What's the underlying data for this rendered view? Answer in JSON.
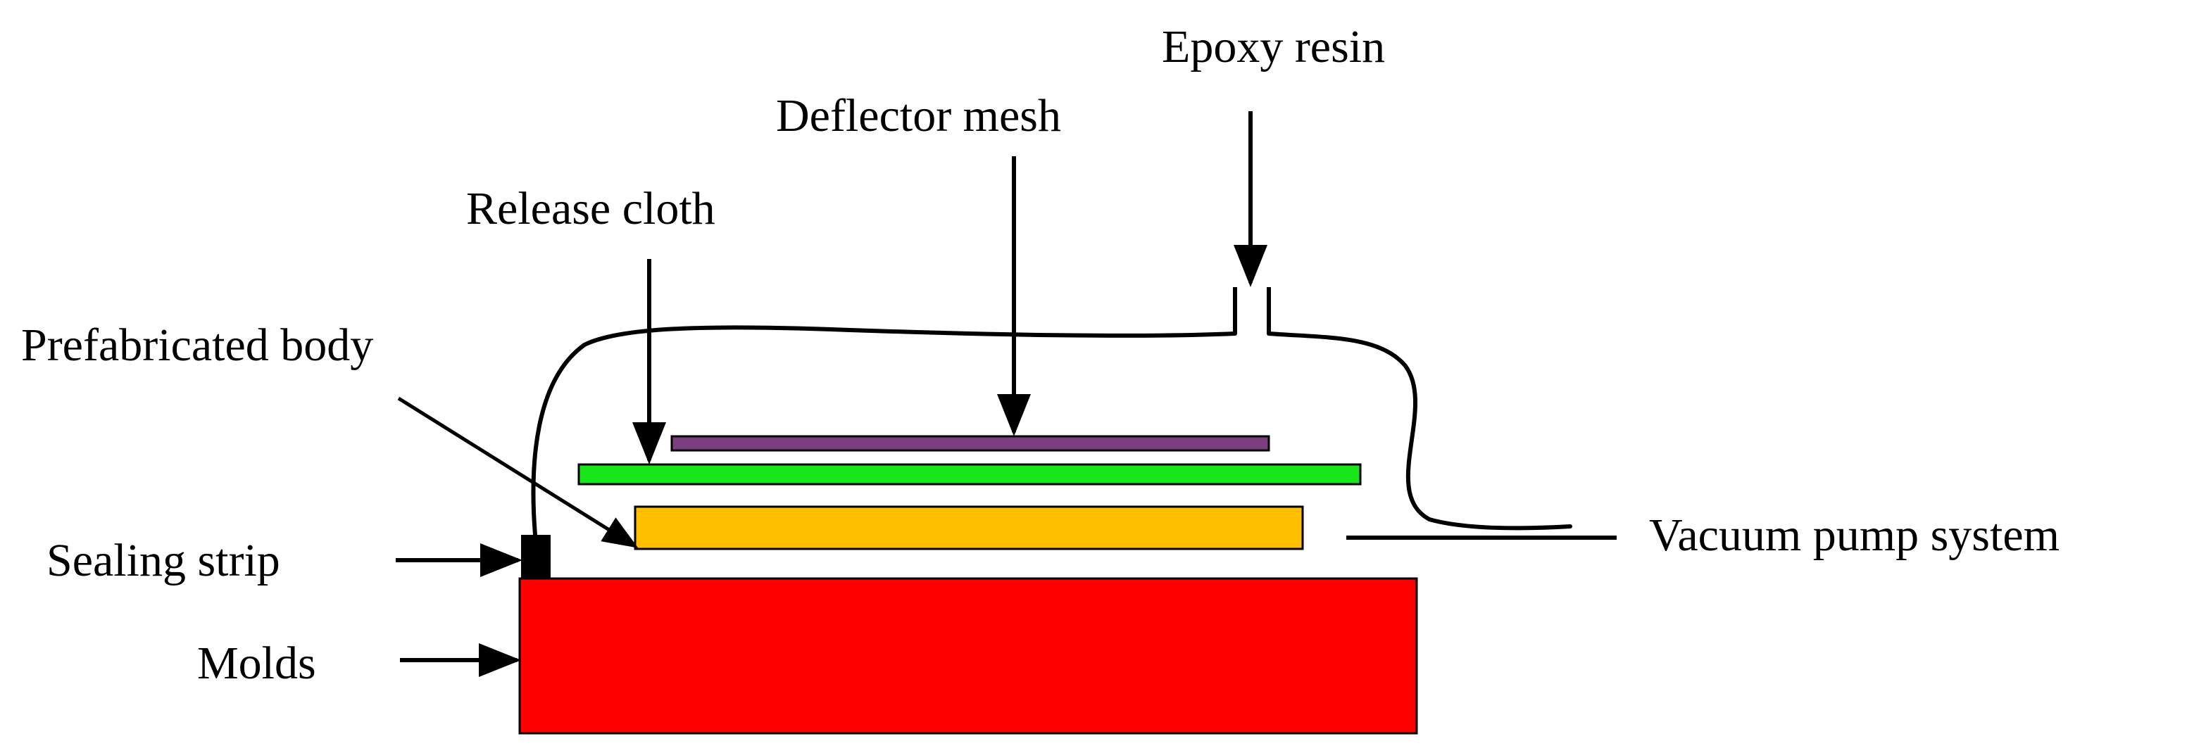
{
  "labels": {
    "epoxy_resin": "Epoxy resin",
    "deflector_mesh": "Deflector mesh",
    "release_cloth": "Release cloth",
    "prefabricated_body": "Prefabricated body",
    "sealing_strip": "Sealing strip",
    "molds": "Molds",
    "vacuum_pump_system": "Vacuum pump system"
  },
  "colors": {
    "deflector_mesh": "#7b3f7f",
    "release_cloth": "#19e619",
    "prefabricated_body": "#ffbf00",
    "molds": "#ff0000",
    "sealing_strip": "#000000",
    "outline": "#000000"
  }
}
